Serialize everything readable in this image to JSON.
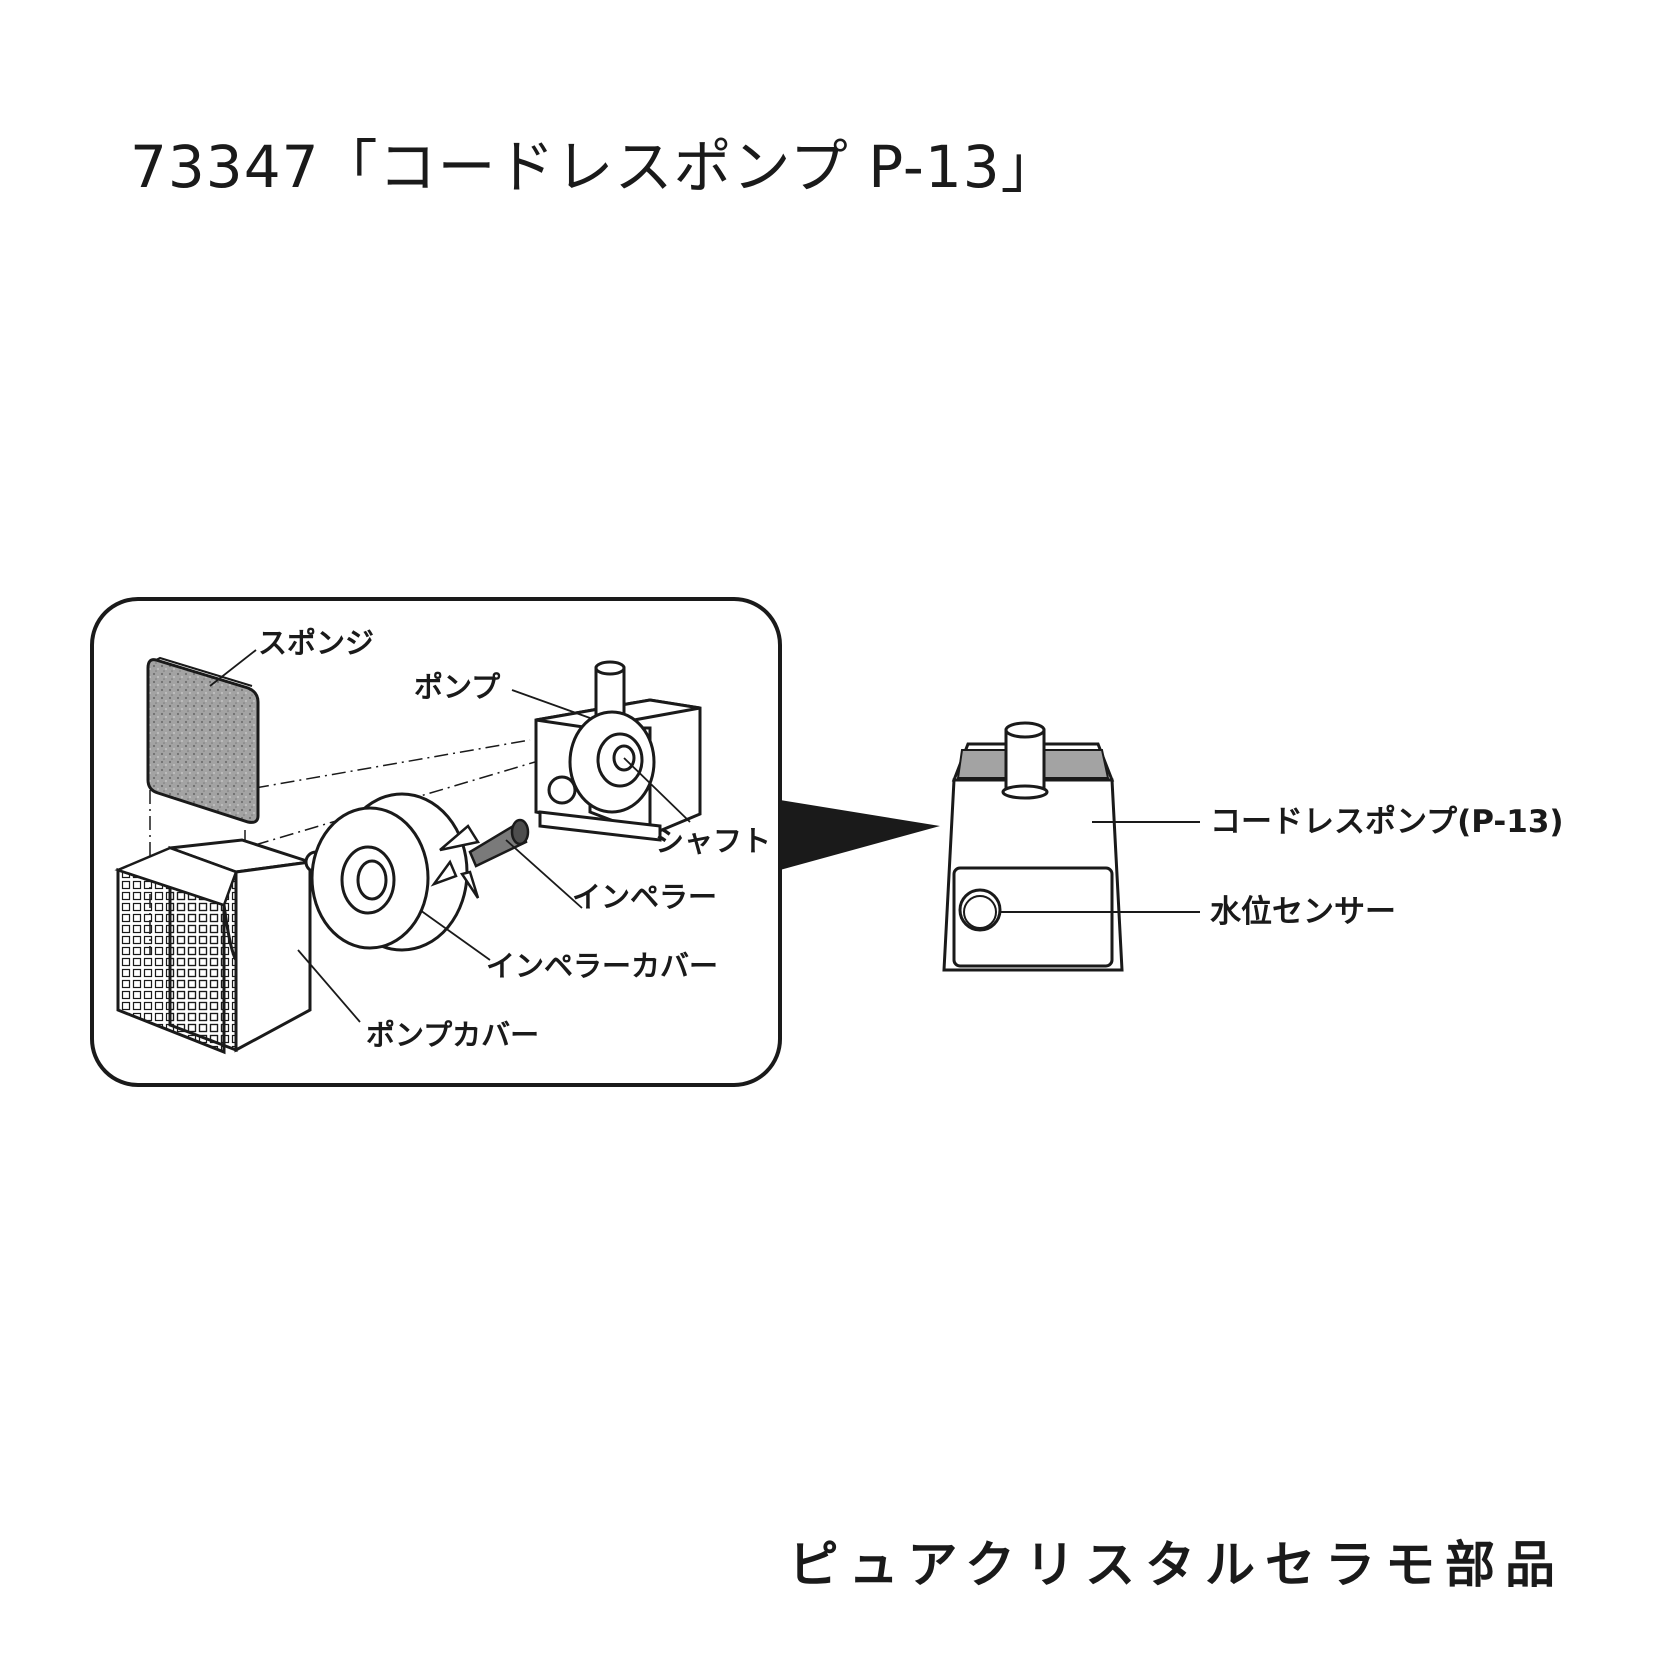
{
  "title": "73347「コードレスポンプ P-13」",
  "footer": "ピュアクリスタルセラモ部品",
  "exploded_labels": {
    "sponge": "スポンジ",
    "pump": "ポンプ",
    "shaft": "シャフト",
    "impeller": "インペラー",
    "impeller_cover": "インペラーカバー",
    "pump_cover": "ポンプカバー"
  },
  "assembled_labels": {
    "cordless_pump": "コードレスポンプ(P-13)",
    "water_level_sensor": "水位センサー"
  },
  "colors": {
    "ink": "#1a1a1a",
    "background": "#ffffff",
    "sponge": "#9a9a9a"
  }
}
